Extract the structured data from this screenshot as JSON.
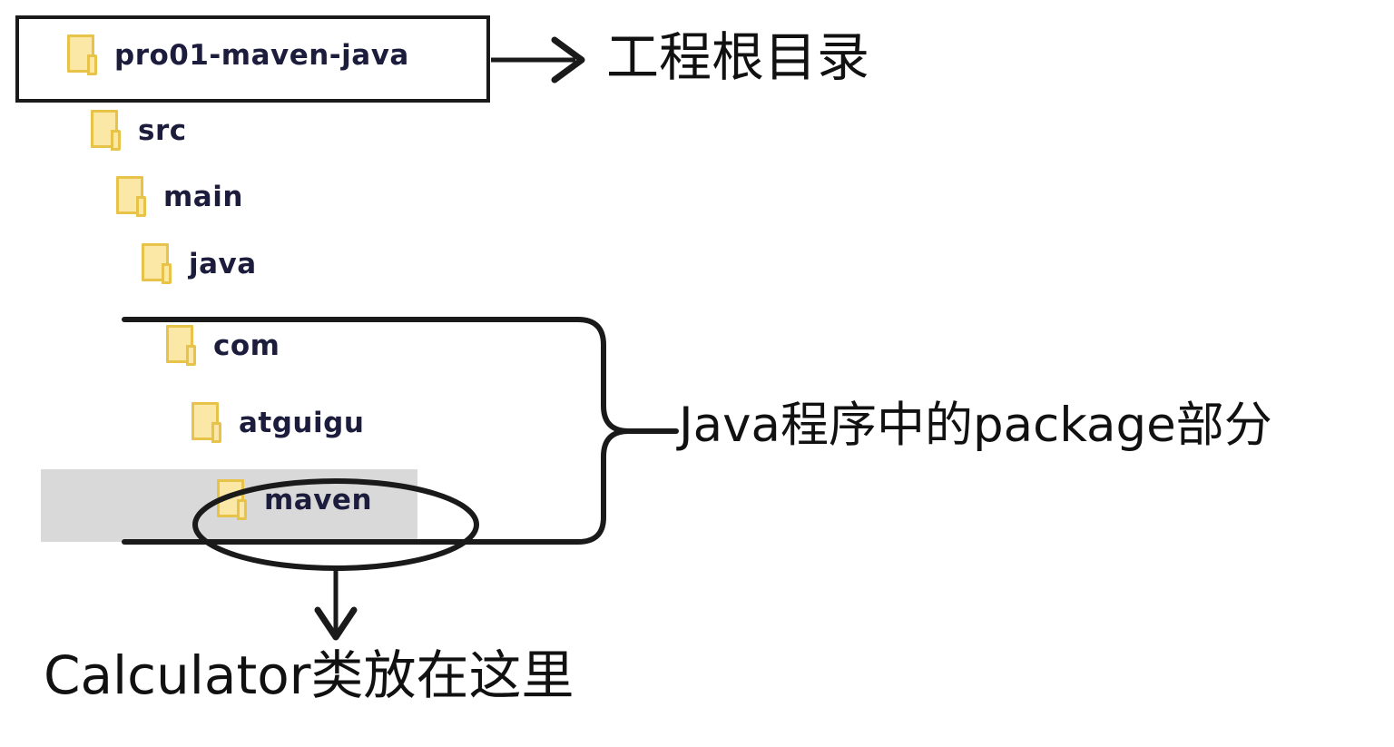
{
  "diagram": {
    "title": "Maven project directory structure",
    "tree": [
      {
        "id": "root",
        "label": "pro01-maven-java",
        "level": 0,
        "icon": "folder-icon",
        "boxed": true,
        "highlighted": false
      },
      {
        "id": "src",
        "label": "src",
        "level": 1,
        "icon": "folder-icon",
        "boxed": false,
        "highlighted": false
      },
      {
        "id": "main",
        "label": "main",
        "level": 2,
        "icon": "folder-icon",
        "boxed": false,
        "highlighted": false
      },
      {
        "id": "java",
        "label": "java",
        "level": 3,
        "icon": "folder-icon",
        "boxed": false,
        "highlighted": false
      },
      {
        "id": "com",
        "label": "com",
        "level": 4,
        "icon": "folder-icon",
        "boxed": false,
        "highlighted": false
      },
      {
        "id": "atguigu",
        "label": "atguigu",
        "level": 5,
        "icon": "folder-icon",
        "boxed": false,
        "highlighted": false
      },
      {
        "id": "maven",
        "label": "maven",
        "level": 6,
        "icon": "folder-icon",
        "boxed": false,
        "highlighted": true
      }
    ],
    "annotations": {
      "root_note": "工程根目录",
      "package_note": "Java程序中的package部分",
      "bottom_note": "Calculator类放在这里"
    },
    "markers": {
      "arrow_right": "arrow-right-icon",
      "arrow_down": "arrow-down-icon",
      "brace": "curly-brace-icon",
      "ellipse": "ellipse-highlight-icon",
      "box": "rectangle-highlight-icon"
    },
    "colors": {
      "folder_fill": "#fbe8a6",
      "folder_border": "#e8c34a",
      "label_text": "#1c1c3c",
      "annotation_text": "#111111",
      "stroke": "#1a1a1a",
      "highlight_band": "#d9d9d9",
      "background": "#ffffff"
    }
  }
}
